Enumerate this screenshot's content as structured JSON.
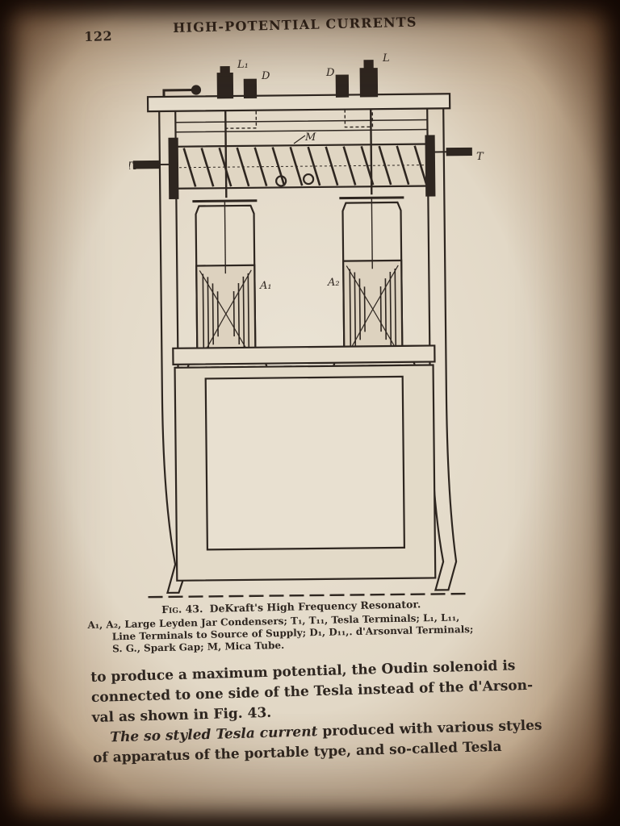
{
  "header": {
    "page_number": "122",
    "running_head": "HIGH-POTENTIAL CURRENTS"
  },
  "figure": {
    "labels": {
      "l1": "L₁",
      "l2": "L",
      "d1": "D",
      "d2": "D",
      "m": "M",
      "t1": "T₁",
      "t2": "T",
      "a1": "A₁",
      "a2": "A₂"
    },
    "caption_number": "Fig. 43.",
    "caption_title": "DeKraft's High Frequency Resonator."
  },
  "legend": {
    "line1": "A₁, A₂, Large Leyden Jar Condensers;  T₁, T₁₁, Tesla Terminals;  L₁, L₁₁,",
    "line2": "Line Terminals to Source of Supply;  D₁, D₁₁,. d'Arsonval Terminals;",
    "line3": "S. G., Spark Gap; M, Mica Tube."
  },
  "body": {
    "line1": "to produce a maximum potential, the Oudin solenoid is",
    "line2": "connected to one side of the Tesla instead of the d'Arson-",
    "line3": "val as shown in Fig. 43.",
    "line4_em": "The so styled Tesla current",
    "line4_rest": " produced with various styles",
    "line5": "of apparatus of the portable type, and so-called Tesla"
  }
}
